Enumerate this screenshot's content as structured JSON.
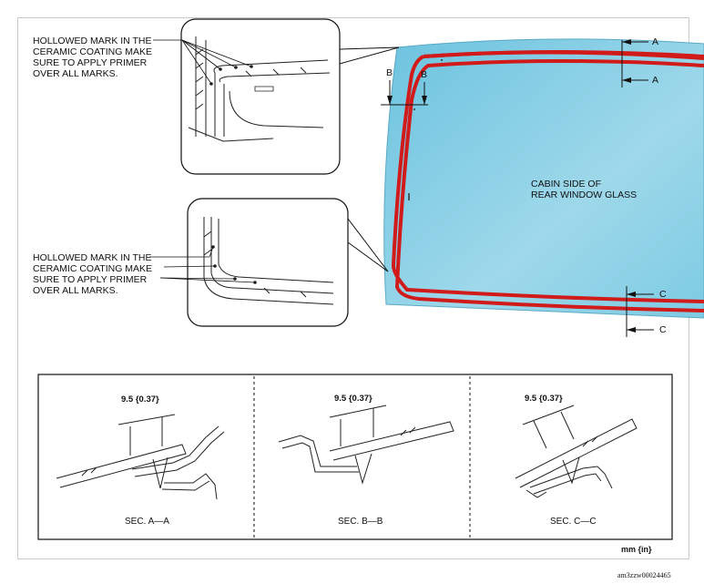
{
  "callouts": {
    "top": "HOLLOWED MARK IN THE\nCERAMIC COATING MAKE\nSURE TO APPLY PRIMER\nOVER ALL MARKS.",
    "bottom": "HOLLOWED MARK IN THE\nCERAMIC COATING MAKE\nSURE TO APPLY PRIMER\nOVER ALL MARKS."
  },
  "glass_label": "CABIN SIDE OF\nREAR WINDOW GLASS",
  "section_markers": {
    "a": "A",
    "b": "B",
    "c": "C"
  },
  "sections": [
    {
      "title": "SEC. A—A",
      "dimension": "9.5 {0.37}"
    },
    {
      "title": "SEC. B—B",
      "dimension": "9.5 {0.37}"
    },
    {
      "title": "SEC. C—C",
      "dimension": "9.5 {0.37}"
    }
  ],
  "units": "mm {in}",
  "reference_code": "am3zzw00024465",
  "colors": {
    "glass": "#8fd0e6",
    "primer_line": "#d11a1a"
  }
}
